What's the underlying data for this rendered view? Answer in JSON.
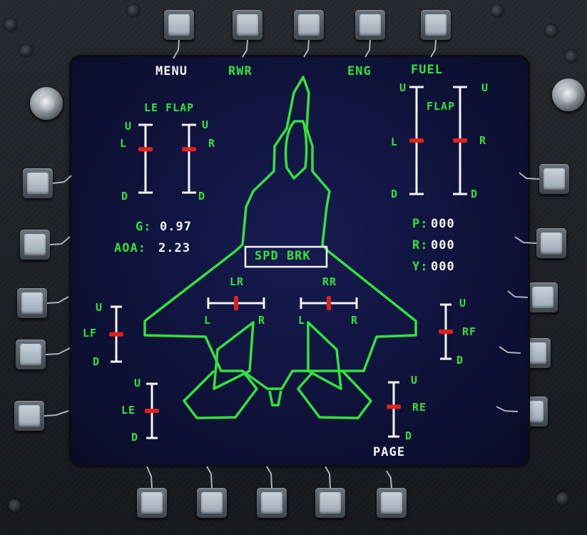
{
  "top_labels": {
    "menu": "MENU",
    "rwr": "RWR",
    "eng": "ENG",
    "fuel": "FUEL"
  },
  "bottom_labels": {
    "page": "PAGE"
  },
  "le_flap": {
    "title": "LE FLAP",
    "left_u": "U",
    "left_l": "L",
    "left_d": "D",
    "right_u": "U",
    "right_r": "R",
    "right_d": "D",
    "left_position": 0.36,
    "right_position": 0.36
  },
  "flap": {
    "title": "FLAP",
    "left_u": "U",
    "left_l": "L",
    "left_d": "D",
    "right_u": "U",
    "right_r": "R",
    "right_d": "D",
    "left_position": 0.5,
    "right_position": 0.5
  },
  "readouts": {
    "g_label": "G:",
    "g_value": "0.97",
    "aoa_label": "AOA:",
    "aoa_value": "2.23",
    "p_label": "P:",
    "p_value": "000",
    "r_label": "R:",
    "r_value": "000",
    "y_label": "Y:",
    "y_value": "000"
  },
  "speed_brake": {
    "label": "SPD BRK"
  },
  "rudders": {
    "lr_label": "LR",
    "lr_l": "L",
    "lr_r": "R",
    "lr_position": 0.5,
    "rr_label": "RR",
    "rr_l": "L",
    "rr_r": "R",
    "rr_position": 0.5
  },
  "lf": {
    "u": "U",
    "label": "LF",
    "d": "D",
    "position": 0.5
  },
  "rf": {
    "u": "U",
    "label": "RF",
    "d": "D",
    "position": 0.5
  },
  "le": {
    "u": "U",
    "label": "LE",
    "d": "D",
    "position": 0.5
  },
  "re": {
    "u": "U",
    "label": "RE",
    "d": "D",
    "position": 0.45
  },
  "colors": {
    "symbology": "#32e33c",
    "scale": "#f4f4f4",
    "indicator": "#e0211b",
    "screen": "#0e1238"
  }
}
